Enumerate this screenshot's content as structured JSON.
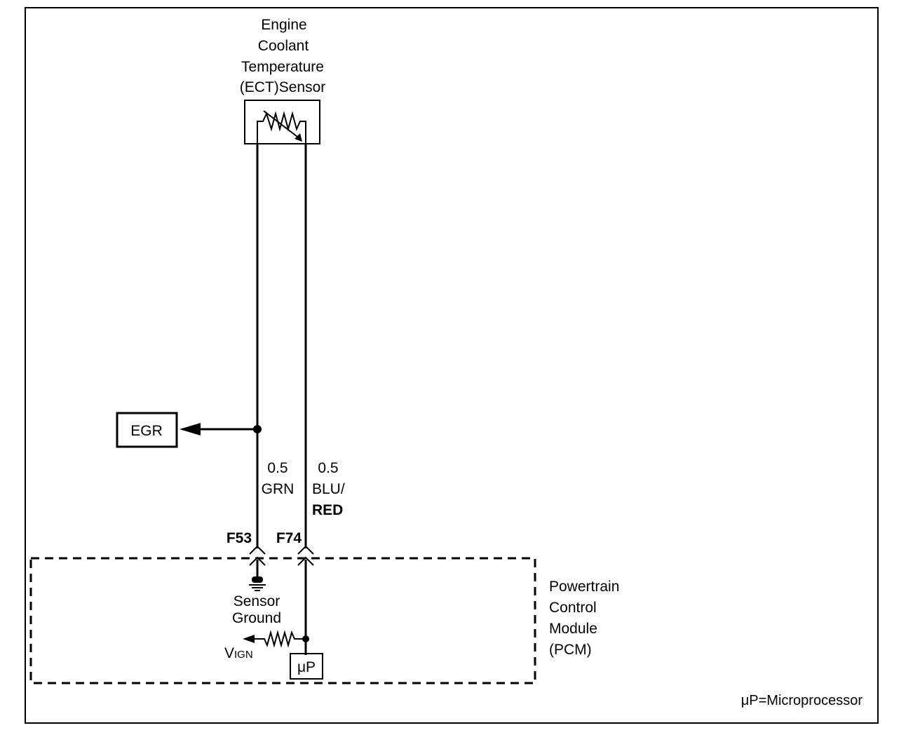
{
  "sensor": {
    "title_lines": [
      "Engine",
      "Coolant",
      "Temperature",
      "(ECT)Sensor"
    ]
  },
  "egr": {
    "label": "EGR"
  },
  "wires": {
    "left": {
      "gauge": "0.5",
      "color": "GRN",
      "pin": "F53"
    },
    "right": {
      "gauge": "0.5",
      "color_line1": "BLU/",
      "color_line2": "RED",
      "pin": "F74"
    }
  },
  "pcm": {
    "title_lines": [
      "Powertrain",
      "Control",
      "Module",
      "(PCM)"
    ],
    "sensor_ground_lines": [
      "Sensor",
      "Ground"
    ],
    "vign_main": "V",
    "vign_sub": "IGN",
    "microprocessor_label": "μP"
  },
  "footnote": "μP=Microprocessor",
  "colors": {
    "line": "#000000",
    "background": "#ffffff"
  }
}
